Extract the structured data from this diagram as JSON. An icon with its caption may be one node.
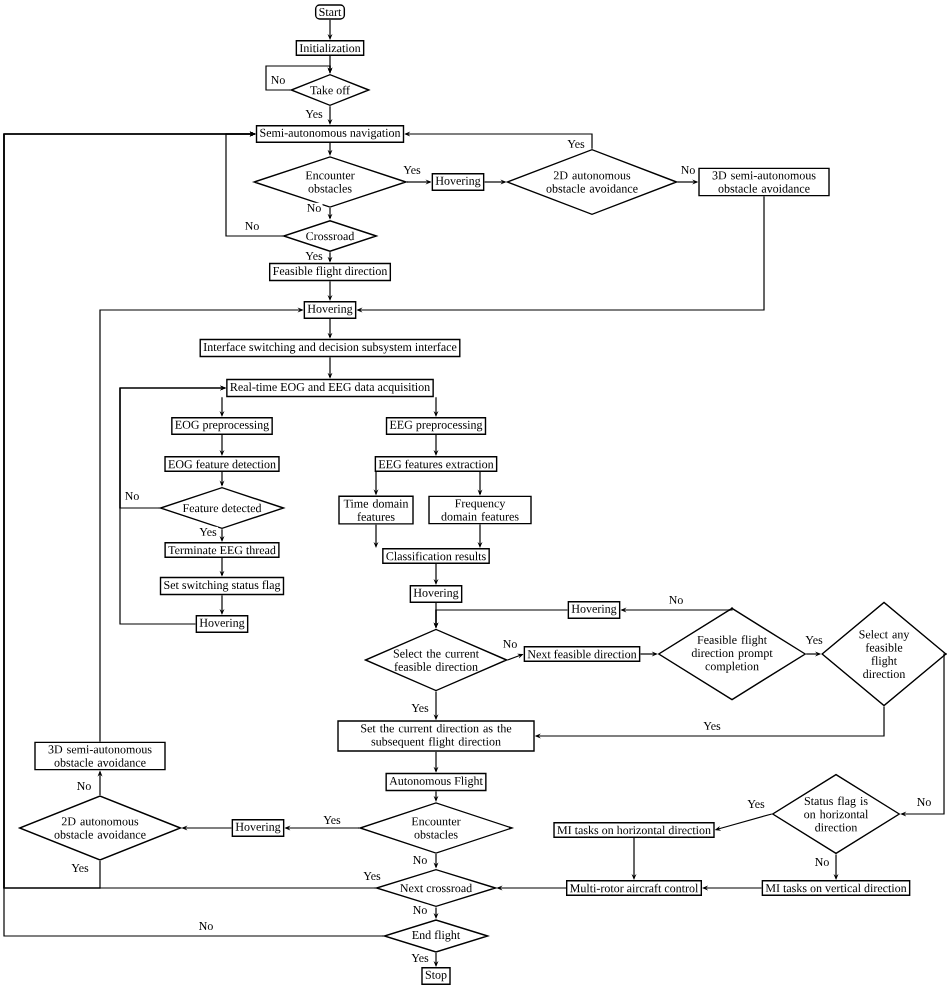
{
  "diagram": {
    "nodes": [
      {
        "text": [
          "Start"
        ]
      },
      {
        "text": [
          "Initialization"
        ]
      },
      {
        "text": [
          "Take off"
        ]
      },
      {
        "text": [
          "Semi-autonomous navigation"
        ]
      },
      {
        "text": [
          "Encounter obstacles"
        ]
      },
      {
        "text": [
          "Hovering"
        ]
      },
      {
        "text": [
          "2D autonomous obstacle avoidance"
        ]
      },
      {
        "text": [
          "3D semi-autonomous obstacle avoidance"
        ]
      },
      {
        "text": [
          "Crossroad"
        ]
      },
      {
        "text": [
          "Feasible flight direction"
        ]
      },
      {
        "text": [
          "Hovering"
        ]
      },
      {
        "text": [
          "Interface switching and decision subsystem interface"
        ]
      },
      {
        "text": [
          "Real-time EOG and EEG data acquisition"
        ]
      },
      {
        "text": [
          "EOG preprocessing"
        ]
      },
      {
        "text": [
          "EOG feature detection"
        ]
      },
      {
        "text": [
          "Feature detected"
        ]
      },
      {
        "text": [
          "Terminate EEG thread"
        ]
      },
      {
        "text": [
          "Set switching status flag"
        ]
      },
      {
        "text": [
          "Hovering"
        ]
      },
      {
        "text": [
          "EEG preprocessing"
        ]
      },
      {
        "text": [
          "EEG features extraction"
        ]
      },
      {
        "text": [
          "Time domain features"
        ]
      },
      {
        "text": [
          "Frequency domain features"
        ]
      },
      {
        "text": [
          "Classification results"
        ]
      },
      {
        "text": [
          "Hovering"
        ]
      },
      {
        "text": [
          "Hovering"
        ]
      },
      {
        "text": [
          "Select the current feasible direction"
        ]
      },
      {
        "text": [
          "Next feasible direction"
        ]
      },
      {
        "text": [
          "Feasible flight direction prompt completion"
        ]
      },
      {
        "text": [
          "Select any feasible flight direction"
        ]
      },
      {
        "text": [
          "Set the current direction as the subsequent flight direction"
        ]
      },
      {
        "text": [
          "Autonomous Flight"
        ]
      },
      {
        "text": [
          "3D semi-autonomous obstacle avoidance"
        ]
      },
      {
        "text": [
          "2D autonomous obstacle avoidance"
        ]
      },
      {
        "text": [
          "Hovering"
        ]
      },
      {
        "text": [
          "Encounter obstacles"
        ]
      },
      {
        "text": [
          "Next crossroad"
        ]
      },
      {
        "text": [
          "End flight"
        ]
      },
      {
        "text": [
          "Stop"
        ]
      },
      {
        "text": [
          "MI tasks on horizontal direction"
        ]
      },
      {
        "text": [
          "Status flag is on horizontal direction"
        ]
      },
      {
        "text": [
          "Multi-rotor aircraft control"
        ]
      },
      {
        "text": [
          "MI tasks on vertical direction"
        ]
      }
    ],
    "edges": [
      {
        "from": 0,
        "to": 1,
        "arrow": "to"
      },
      {
        "from": 1,
        "to": 2,
        "arrow": "to"
      },
      {
        "from": 2,
        "to": 3,
        "arrow": "to",
        "label": "Yes"
      },
      {
        "from": 2,
        "to": 2,
        "arrow": "to",
        "label": "No"
      },
      {
        "from": 3,
        "to": 4,
        "arrow": "to"
      },
      {
        "from": 4,
        "to": 5,
        "arrow": "to",
        "label": "Yes"
      },
      {
        "from": 5,
        "to": 6,
        "arrow": "to"
      },
      {
        "from": 6,
        "to": 3,
        "arrow": "to",
        "label": "Yes"
      },
      {
        "from": 6,
        "to": 7,
        "arrow": "to",
        "label": "No"
      },
      {
        "from": 7,
        "to": 10,
        "arrow": "to"
      },
      {
        "from": 4,
        "to": 8,
        "arrow": "to",
        "label": "No"
      },
      {
        "from": 8,
        "to": 3,
        "arrow": "to",
        "label": "No"
      },
      {
        "from": 8,
        "to": 9,
        "arrow": "to",
        "label": "Yes"
      },
      {
        "from": 9,
        "to": 10,
        "arrow": "to"
      },
      {
        "from": 10,
        "to": 11,
        "arrow": "to"
      },
      {
        "from": 11,
        "to": 12,
        "arrow": "to"
      },
      {
        "from": 12,
        "to": 13,
        "arrow": "to"
      },
      {
        "from": 12,
        "to": 19,
        "arrow": "to"
      },
      {
        "from": 13,
        "to": 14,
        "arrow": "to"
      },
      {
        "from": 14,
        "to": 15,
        "arrow": "to"
      },
      {
        "from": 15,
        "to": 16,
        "arrow": "to",
        "label": "Yes"
      },
      {
        "from": 15,
        "to": 12,
        "arrow": "to",
        "label": "No"
      },
      {
        "from": 16,
        "to": 17,
        "arrow": "to"
      },
      {
        "from": 17,
        "to": 18,
        "arrow": "to"
      },
      {
        "from": 18,
        "to": 12,
        "arrow": "to"
      },
      {
        "from": 32,
        "to": 10,
        "arrow": "to"
      },
      {
        "from": 19,
        "to": 20,
        "arrow": "to"
      },
      {
        "from": 20,
        "to": 21,
        "arrow": "to"
      },
      {
        "from": 20,
        "to": 22,
        "arrow": "to"
      },
      {
        "from": 21,
        "to": 23,
        "arrow": "to"
      },
      {
        "from": 22,
        "to": 23,
        "arrow": "to"
      },
      {
        "from": 23,
        "to": 24,
        "arrow": "to"
      },
      {
        "from": 24,
        "to": 26,
        "arrow": "to"
      },
      {
        "from": 25,
        "to": 26,
        "arrow": "to"
      },
      {
        "from": 26,
        "to": 27,
        "arrow": "to",
        "label": "No"
      },
      {
        "from": 27,
        "to": 28,
        "arrow": "to"
      },
      {
        "from": 28,
        "to": 25,
        "arrow": "to",
        "label": "No"
      },
      {
        "from": 28,
        "to": 29,
        "arrow": "to",
        "label": "Yes"
      },
      {
        "from": 29,
        "to": 30,
        "arrow": "to",
        "label": "Yes"
      },
      {
        "from": 29,
        "to": 40,
        "arrow": "to",
        "label": "No"
      },
      {
        "from": 26,
        "to": 30,
        "arrow": "to",
        "label": "Yes"
      },
      {
        "from": 30,
        "to": 31,
        "arrow": "to"
      },
      {
        "from": 31,
        "to": 35,
        "arrow": "to"
      },
      {
        "from": 35,
        "to": 34,
        "arrow": "to",
        "label": "Yes"
      },
      {
        "from": 34,
        "to": 33,
        "arrow": "to"
      },
      {
        "from": 33,
        "to": 32,
        "arrow": "to",
        "label": "No"
      },
      {
        "from": 33,
        "to": 3,
        "arrow": "to",
        "label": "Yes"
      },
      {
        "from": 35,
        "to": 36,
        "arrow": "to",
        "label": "No"
      },
      {
        "from": 36,
        "to": 3,
        "arrow": "to",
        "label": "Yes"
      },
      {
        "from": 36,
        "to": 37,
        "arrow": "to",
        "label": "No"
      },
      {
        "from": 37,
        "to": 3,
        "arrow": "to",
        "label": "No"
      },
      {
        "from": 37,
        "to": 38,
        "arrow": "to",
        "label": "Yes"
      },
      {
        "from": 40,
        "to": 39,
        "arrow": "to",
        "label": "Yes"
      },
      {
        "from": 40,
        "to": 42,
        "arrow": "to",
        "label": "No"
      },
      {
        "from": 39,
        "to": 41,
        "arrow": "to"
      },
      {
        "from": 42,
        "to": 41,
        "arrow": "to"
      },
      {
        "from": 41,
        "to": 36,
        "arrow": "to"
      }
    ]
  }
}
